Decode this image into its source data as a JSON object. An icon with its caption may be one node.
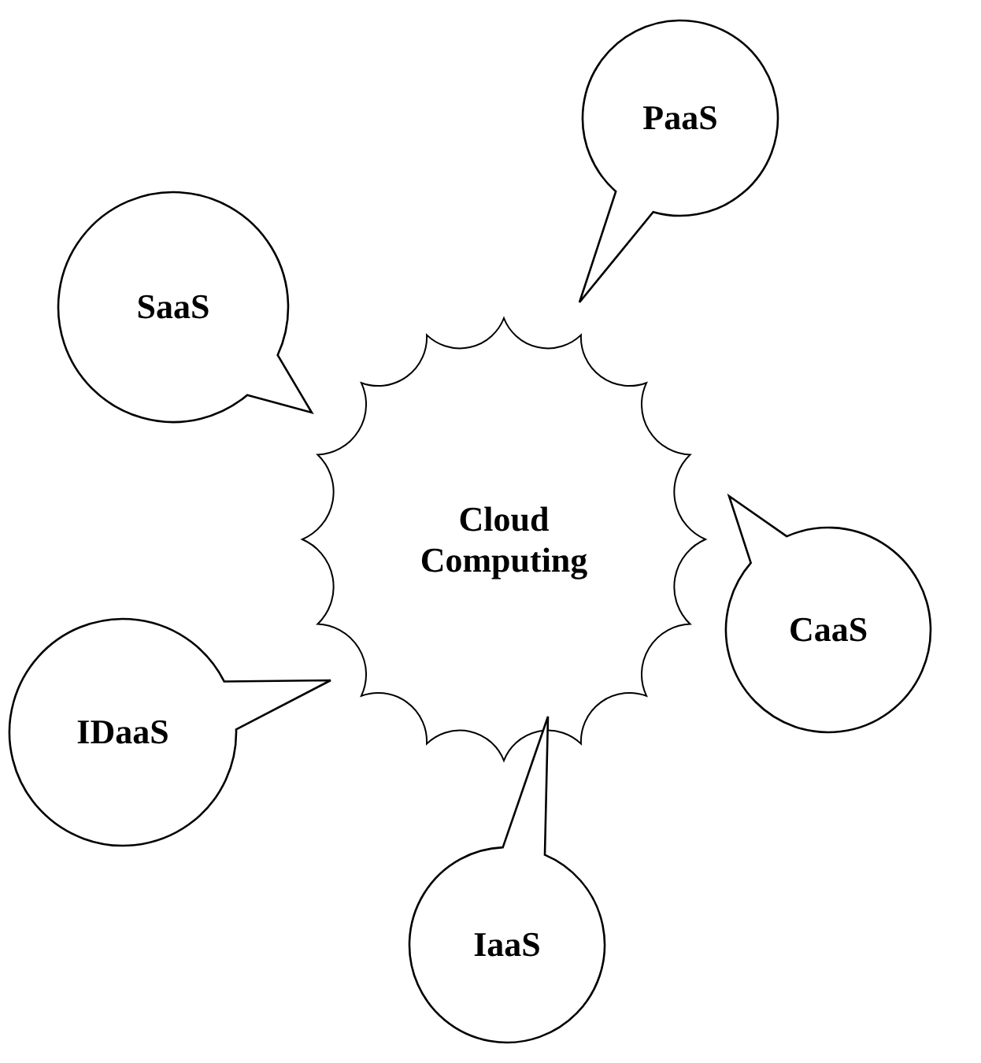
{
  "diagram": {
    "nodes": [
      {
        "text": [
          "PaaS"
        ]
      },
      {
        "text": [
          "SaaS"
        ]
      },
      {
        "text": [
          "Cloud Computing"
        ]
      },
      {
        "text": [
          "CaaS"
        ]
      },
      {
        "text": [
          "IDaaS"
        ]
      },
      {
        "text": [
          "IaaS"
        ]
      }
    ]
  }
}
